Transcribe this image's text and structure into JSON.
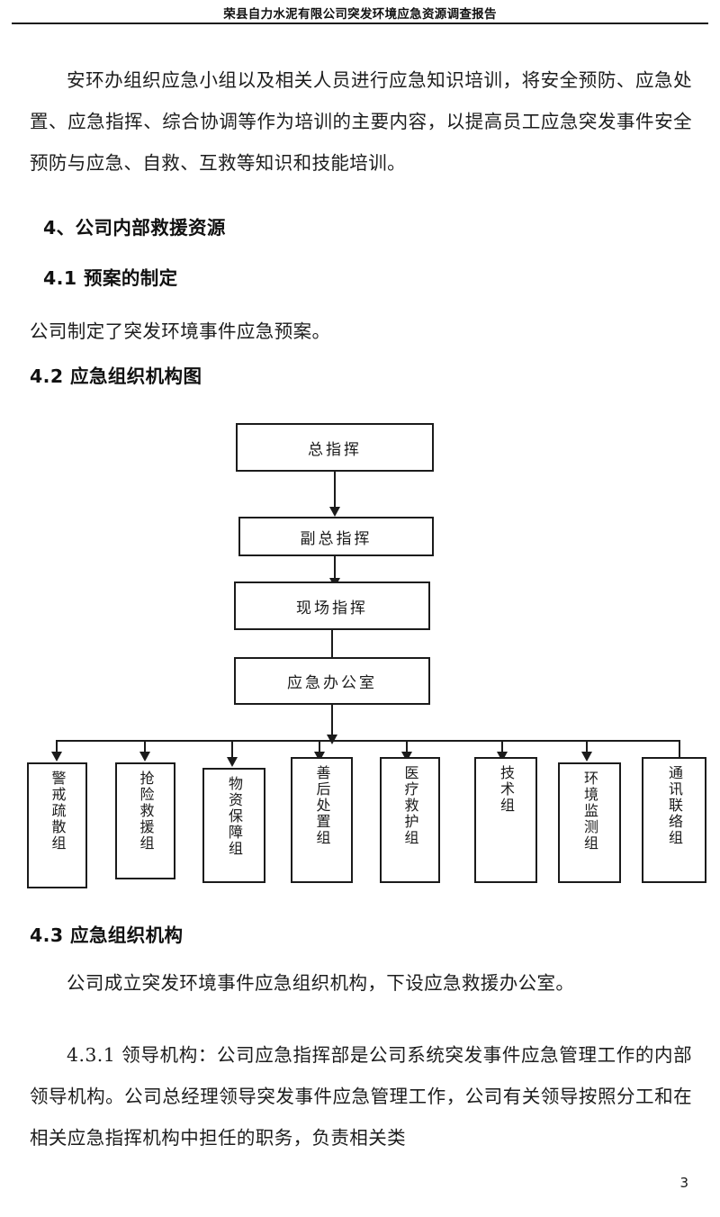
{
  "header": {
    "title": "荣县自力水泥有限公司突发环境应急资源调查报告"
  },
  "body": {
    "paragraph_training": "安环办组织应急小组以及相关人员进行应急知识培训，将安全预防、应急处置、应急指挥、综合协调等作为培训的主要内容，以提高员工应急突发事件安全预防与应急、自救、互救等知识和技能培训。",
    "heading_4": "4、公司内部救援资源",
    "heading_4_1": "4.1 预案的制定",
    "paragraph_plan": "公司制定了突发环境事件应急预案。",
    "heading_4_2": "4.2 应急组织机构图",
    "heading_4_3": "4.3 应急组织机构",
    "paragraph_org": "公司成立突发环境事件应急组织机构，下设应急救援办公室。",
    "paragraph_leadership": "4.3.1 领导机构：公司应急指挥部是公司系统突发事件应急管理工作的内部领导机构。公司总经理领导突发事件应急管理工作，公司有关领导按照分工和在相关应急指挥机构中担任的职务，负责相关类"
  },
  "chart_data": {
    "type": "diagram",
    "title": "4.2 应急组织机构图",
    "orientation": "top-down hierarchy with horizontal distribution bus",
    "chain": [
      {
        "id": "commander",
        "label": "总指挥"
      },
      {
        "id": "vice-commander",
        "label": "副总指挥"
      },
      {
        "id": "site-commander",
        "label": "现场指挥"
      },
      {
        "id": "emergency-office",
        "label": "应急办公室"
      }
    ],
    "teams": [
      {
        "id": "team-guard-evacuation",
        "label": "警戒疏散组"
      },
      {
        "id": "team-rescue",
        "label": "抢险救援组"
      },
      {
        "id": "team-supplies",
        "label": "物资保障组"
      },
      {
        "id": "team-aftermath",
        "label": "善后处置组"
      },
      {
        "id": "team-medical",
        "label": "医疗救护组"
      },
      {
        "id": "team-technical",
        "label": "技术组"
      },
      {
        "id": "team-monitoring",
        "label": "环境监测组"
      },
      {
        "id": "team-communication",
        "label": "通讯联络组"
      }
    ],
    "edges": [
      {
        "from": "commander",
        "to": "vice-commander"
      },
      {
        "from": "vice-commander",
        "to": "site-commander"
      },
      {
        "from": "site-commander",
        "to": "emergency-office"
      },
      {
        "from": "emergency-office",
        "to": "distribution-bus"
      },
      {
        "from": "distribution-bus",
        "to": "team-guard-evacuation"
      },
      {
        "from": "distribution-bus",
        "to": "team-rescue"
      },
      {
        "from": "distribution-bus",
        "to": "team-supplies"
      },
      {
        "from": "distribution-bus",
        "to": "team-aftermath"
      },
      {
        "from": "distribution-bus",
        "to": "team-medical"
      },
      {
        "from": "distribution-bus",
        "to": "team-technical"
      },
      {
        "from": "distribution-bus",
        "to": "team-monitoring"
      },
      {
        "from": "distribution-bus",
        "to": "team-communication"
      }
    ],
    "colors": {
      "stroke": "#1b1b1b",
      "fill": "#ffffff",
      "text": "#1a1a1a"
    }
  },
  "footer": {
    "page_number": "3"
  }
}
